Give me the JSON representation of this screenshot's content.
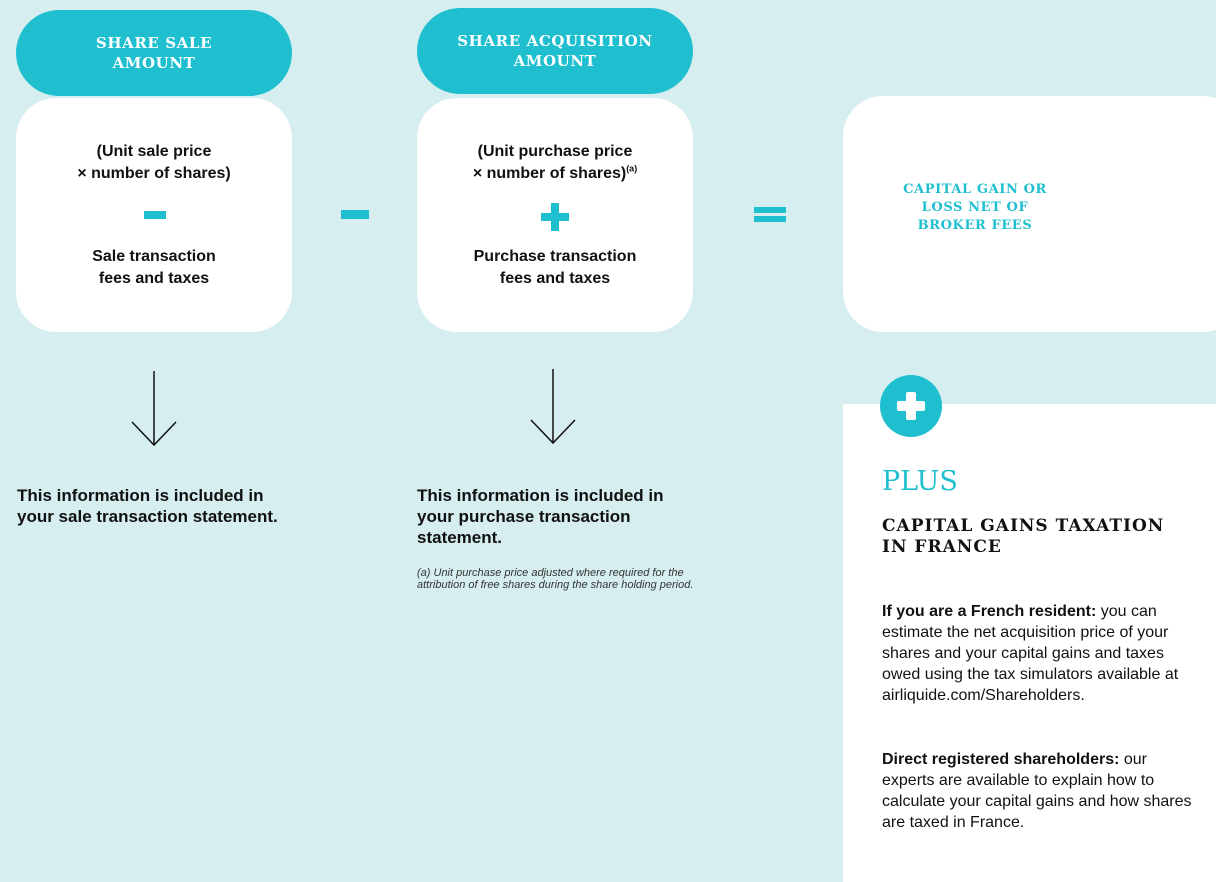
{
  "sale": {
    "header": "SHARE SALE AMOUNT",
    "line1": "(Unit sale price",
    "line2": "× number of shares)",
    "line3": "Sale transaction",
    "line4": "fees and taxes",
    "info": "This information is included in your sale transaction statement."
  },
  "acquisition": {
    "header": "SHARE ACQUISITION AMOUNT",
    "line1": "(Unit purchase price",
    "line2": "× number of shares)",
    "line2_sup": "(a)",
    "line3": "Purchase transaction",
    "line4": "fees and taxes",
    "info": "This information is included in your purchase transaction statement.",
    "footnote": "(a) Unit purchase price adjusted where required for the attribution of free shares during the share holding period."
  },
  "result": {
    "title": "CAPITAL GAIN OR LOSS NET OF BROKER FEES"
  },
  "plus": {
    "title": "PLUS",
    "subtitle": "CAPITAL GAINS TAXATION IN FRANCE",
    "p1_bold": "If you are a French resident:",
    "p1_text": " you can estimate the net acquisition price of your shares and your capital gains and taxes owed using the tax simulators available at airliquide.com/Shareholders.",
    "p2_bold": "Direct registered shareholders:",
    "p2_text": " our experts are available to explain how to calculate your capital gains and how shares are taxed in France."
  },
  "colors": {
    "accent": "#1fbfcf",
    "background": "#d6eef0"
  },
  "icons": [
    "minus-icon",
    "plus-icon",
    "equals-icon",
    "down-arrow-icon",
    "plus-circle-icon"
  ]
}
